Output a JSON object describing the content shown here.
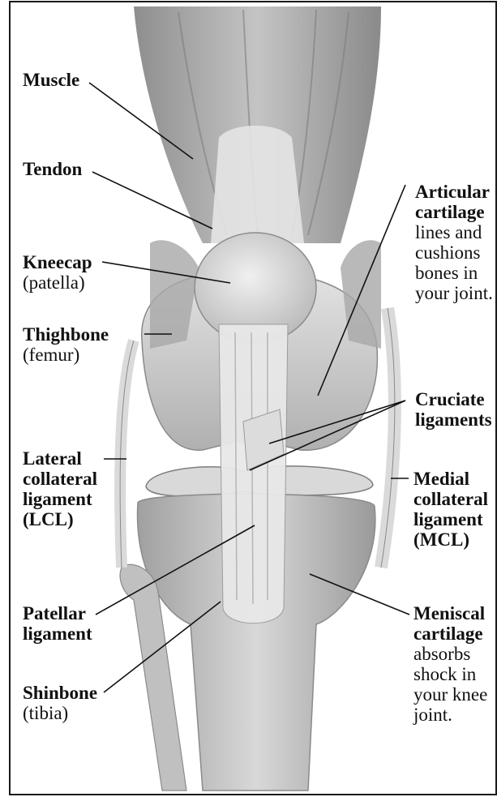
{
  "labels": {
    "muscle": {
      "name": "Muscle"
    },
    "tendon": {
      "name": "Tendon"
    },
    "kneecap": {
      "name": "Kneecap",
      "detail": "(patella)"
    },
    "thighbone": {
      "name": "Thighbone",
      "detail": "(femur)"
    },
    "lcl": {
      "line1": "Lateral",
      "line2": "collateral",
      "line3": "ligament",
      "line4": "(LCL)"
    },
    "patellar_ligament": {
      "line1": "Patellar",
      "line2": "ligament"
    },
    "shinbone": {
      "name": "Shinbone",
      "detail": "(tibia)"
    },
    "articular_cartilage": {
      "line1": "Articular",
      "line2": "cartilage",
      "desc1": "lines and",
      "desc2": "cushions",
      "desc3": "bones in",
      "desc4": "your joint."
    },
    "cruciate": {
      "line1": "Cruciate",
      "line2": "ligaments"
    },
    "mcl": {
      "line1": "Medial",
      "line2": "collateral",
      "line3": "ligament",
      "line4": "(MCL)"
    },
    "meniscal_cartilage": {
      "line1": "Meniscal",
      "line2": "cartilage",
      "desc1": "absorbs",
      "desc2": "shock in",
      "desc3": "your knee",
      "desc4": "joint."
    }
  },
  "colors": {
    "frame_border": "#1a1a1a",
    "leader_line": "#111111",
    "muscle": "#b9b9b9",
    "bone": "#d6d6d6",
    "ligament": "#e6e6e6",
    "cartilage": "#c8c8c8"
  }
}
